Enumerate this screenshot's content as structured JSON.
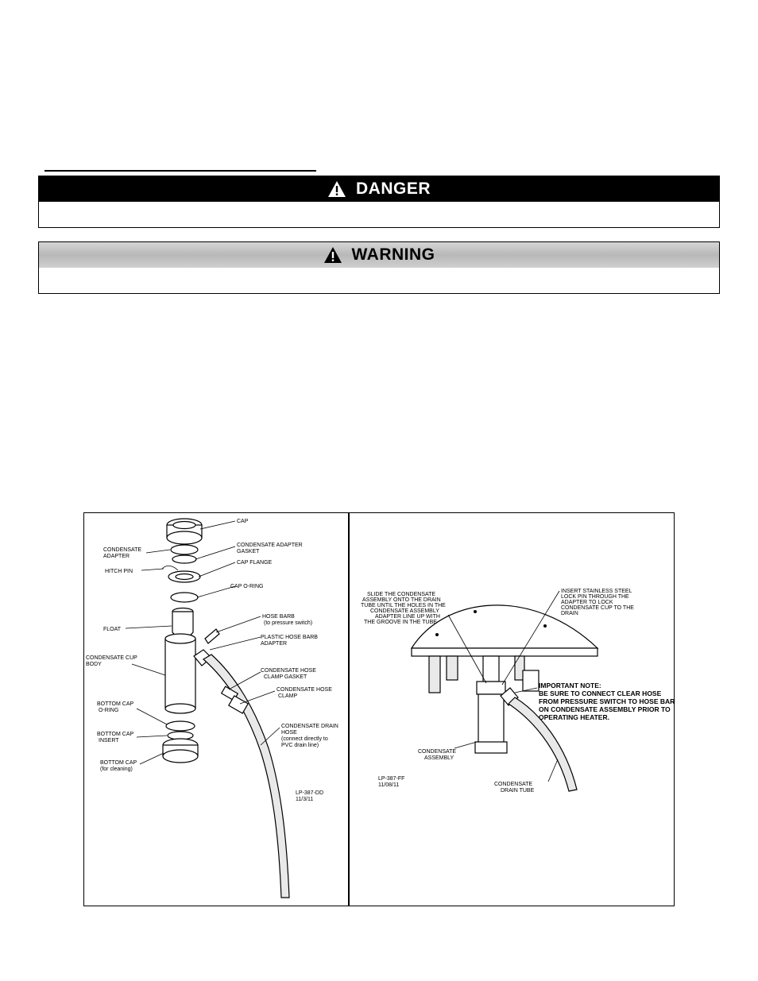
{
  "danger": {
    "label": "DANGER"
  },
  "warning": {
    "label": "WARNING"
  },
  "figure_left": {
    "labels": {
      "cap": "CAP",
      "condensate_adapter_1": "CONDENSATE",
      "condensate_adapter_2": "ADAPTER",
      "adapter_gasket_1": "CONDENSATE ADAPTER",
      "adapter_gasket_2": "GASKET",
      "hitch_pin": "HITCH PIN",
      "cap_flange": "CAP FLANGE",
      "cap_oring": "CAP O-RING",
      "float": "FLOAT",
      "hose_barb_1": "HOSE BARB",
      "hose_barb_2": "(to pressure switch)",
      "plastic_barb_1": "PLASTIC HOSE BARB",
      "plastic_barb_2": "ADAPTER",
      "cup_body_1": "CONDENSATE CUP",
      "cup_body_2": "BODY",
      "hose_gasket_1": "CONDENSATE HOSE",
      "hose_gasket_2": "CLAMP GASKET",
      "hose_clamp_1": "CONDENSATE HOSE",
      "hose_clamp_2": "CLAMP",
      "bottom_oring_1": "BOTTOM CAP",
      "bottom_oring_2": "O-RING",
      "drain_hose_1": "CONDENSATE DRAIN",
      "drain_hose_2": "HOSE",
      "drain_hose_3": "(connect directly to",
      "drain_hose_4": "PVC drain line)",
      "bottom_insert_1": "BOTTOM CAP",
      "bottom_insert_2": "INSERT",
      "bottom_cap_1": "BOTTOM CAP",
      "bottom_cap_2": "(for cleaning)",
      "code_1": "LP-387-DD",
      "code_2": "11/3/11"
    }
  },
  "figure_right": {
    "labels": {
      "slide_1": "SLIDE THE CONDENSATE",
      "slide_2": "ASSEMBLY ONTO THE DRAIN",
      "slide_3": "TUBE UNTIL THE HOLES IN THE",
      "slide_4": "CONDENSATE ASSEMBLY",
      "slide_5": "ADAPTER LINE UP WITH",
      "slide_6": "THE GROOVE IN THE TUBE",
      "insert_1": "INSERT STAINLESS STEEL",
      "insert_2": "LOCK PIN THROUGH THE",
      "insert_3": "ADAPTER TO LOCK",
      "insert_4": "CONDENSATE CUP TO THE",
      "insert_5": "DRAIN",
      "note_1": "IMPORTANT NOTE:",
      "note_2": "BE SURE TO CONNECT CLEAR HOSE",
      "note_3": "FROM PRESSURE SWITCH TO HOSE BARB",
      "note_4": "ON CONDENSATE ASSEMBLY PRIOR TO",
      "note_5": "OPERATING HEATER.",
      "assembly_1": "CONDENSATE",
      "assembly_2": "ASSEMBLY",
      "code_1": "LP-387-FF",
      "code_2": "11/08/11",
      "drain_tube_1": "CONDENSATE",
      "drain_tube_2": "DRAIN TUBE"
    }
  }
}
